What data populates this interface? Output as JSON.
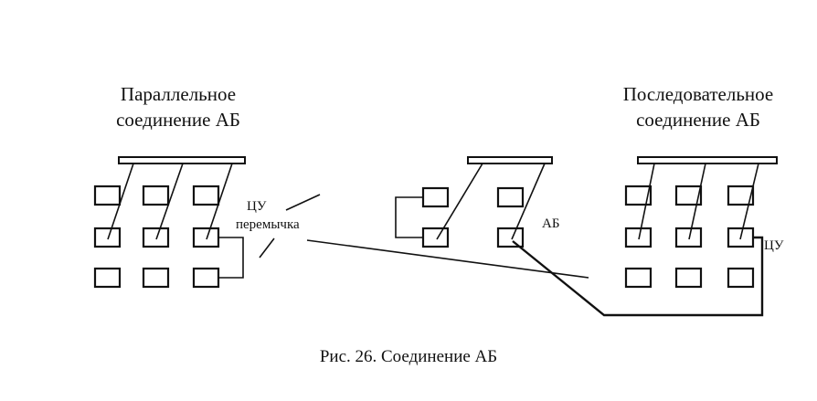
{
  "left_group": {
    "title_line1": "Параллельное",
    "title_line2": "соединение АБ",
    "label_cu": "ЦУ",
    "label_jumper": "перемычка"
  },
  "middle_group": {
    "label_ab": "АБ"
  },
  "right_group": {
    "title_line1": "Последовательное",
    "title_line2": "соединение АБ",
    "label_cu": "ЦУ"
  },
  "caption": "Рис. 26. Соединение АБ"
}
